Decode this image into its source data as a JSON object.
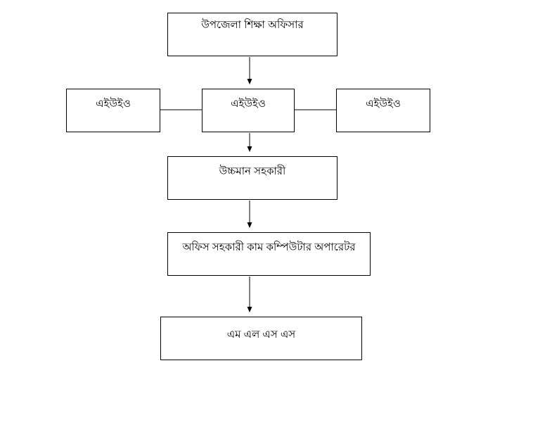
{
  "diagram": {
    "type": "org-chart",
    "nodes": {
      "top": {
        "label": "উপজেলা শিক্ষা অফিসার"
      },
      "left": {
        "label": "এইউইও"
      },
      "center": {
        "label": "এইউইও"
      },
      "right": {
        "label": "এইউইও"
      },
      "level3": {
        "label": "উচ্চমান সহকারী"
      },
      "level4": {
        "label": "অফিস সহকারী কাম কম্পিউটার অপারেটর"
      },
      "level5": {
        "label": "এম এল এস এস"
      }
    },
    "edges": [
      {
        "from": "top",
        "to": "center",
        "style": "arrow-down"
      },
      {
        "from": "left",
        "to": "center",
        "style": "plain-horizontal"
      },
      {
        "from": "center",
        "to": "right",
        "style": "plain-horizontal"
      },
      {
        "from": "center",
        "to": "level3",
        "style": "arrow-down"
      },
      {
        "from": "level3",
        "to": "level4",
        "style": "arrow-down"
      },
      {
        "from": "level4",
        "to": "level5",
        "style": "arrow-down"
      }
    ],
    "colors": {
      "border": "#000000",
      "background": "#ffffff",
      "text": "#000000",
      "line": "#000000"
    }
  }
}
